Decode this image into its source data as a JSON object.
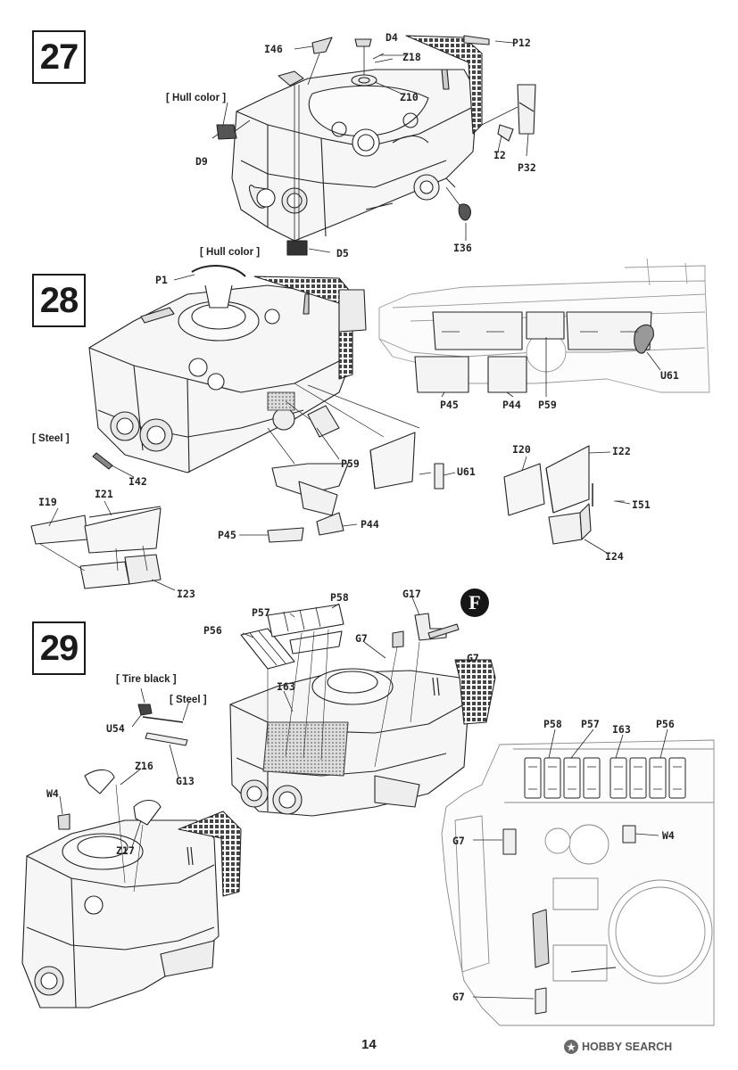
{
  "page_number": "14",
  "watermark": {
    "text": "HOBBY SEARCH",
    "icon": "hobby-search-logo-icon"
  },
  "steps": [
    {
      "number": "27",
      "notes": [
        "[ Hull color ]",
        "[ Hull color ]"
      ],
      "parts": [
        "I46",
        "D4",
        "Z18",
        "P12",
        "Z10",
        "D9",
        "I2",
        "P32",
        "I36",
        "D5"
      ]
    },
    {
      "number": "28",
      "notes": [
        "[ Steel ]"
      ],
      "parts": [
        "P1",
        "U61",
        "P45",
        "P44",
        "P59",
        "P59",
        "U61",
        "I42",
        "I20",
        "I22",
        "I51",
        "I24",
        "I19",
        "I21",
        "I23",
        "P45",
        "P44"
      ]
    },
    {
      "number": "29",
      "notes": [
        "[ Tire black ]",
        "[ Steel ]"
      ],
      "parts": [
        "P57",
        "P58",
        "G17",
        "P56",
        "G7",
        "G7",
        "I63",
        "U54",
        "G13",
        "Z16",
        "W4",
        "Z17",
        "P58",
        "P57",
        "I63",
        "P56",
        "G7",
        "W4",
        "G7"
      ],
      "sub_assembly": "F"
    }
  ]
}
